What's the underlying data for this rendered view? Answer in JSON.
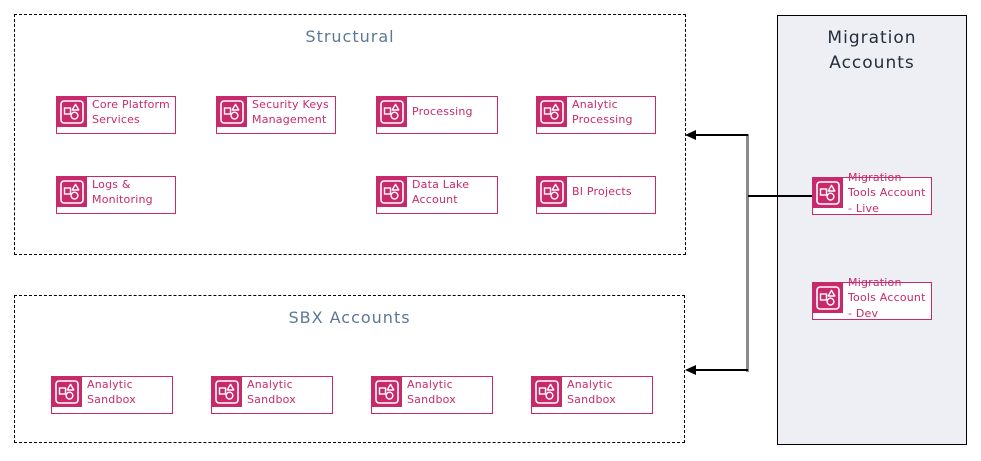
{
  "groups": {
    "structural": {
      "title": "Structural"
    },
    "sbx": {
      "title": "SBX Accounts"
    },
    "migration": {
      "title": "Migration Accounts"
    }
  },
  "structural_boxes": [
    "Core Platform Services",
    "Security Keys Management",
    "Processing",
    "Analytic Processing",
    "Logs & Monitoring",
    "Data Lake Account",
    "BI Projects"
  ],
  "sbx_boxes": [
    "Analytic Sandbox",
    "Analytic Sandbox",
    "Analytic Sandbox",
    "Analytic Sandbox"
  ],
  "migration_boxes": [
    "Migration Tools Account - Live",
    "Migration Tools Account - Dev"
  ],
  "icons": {
    "account_icon": "aws-account-icon"
  },
  "colors": {
    "accent_pink": "#C8296B",
    "group_title_blue": "#5C7899",
    "panel_title_dark": "#232F3E",
    "panel_background": "#EDEFF4",
    "connector_gray": "#8C8C8C",
    "connector_black": "#000000",
    "background": "#FFFFFF"
  }
}
